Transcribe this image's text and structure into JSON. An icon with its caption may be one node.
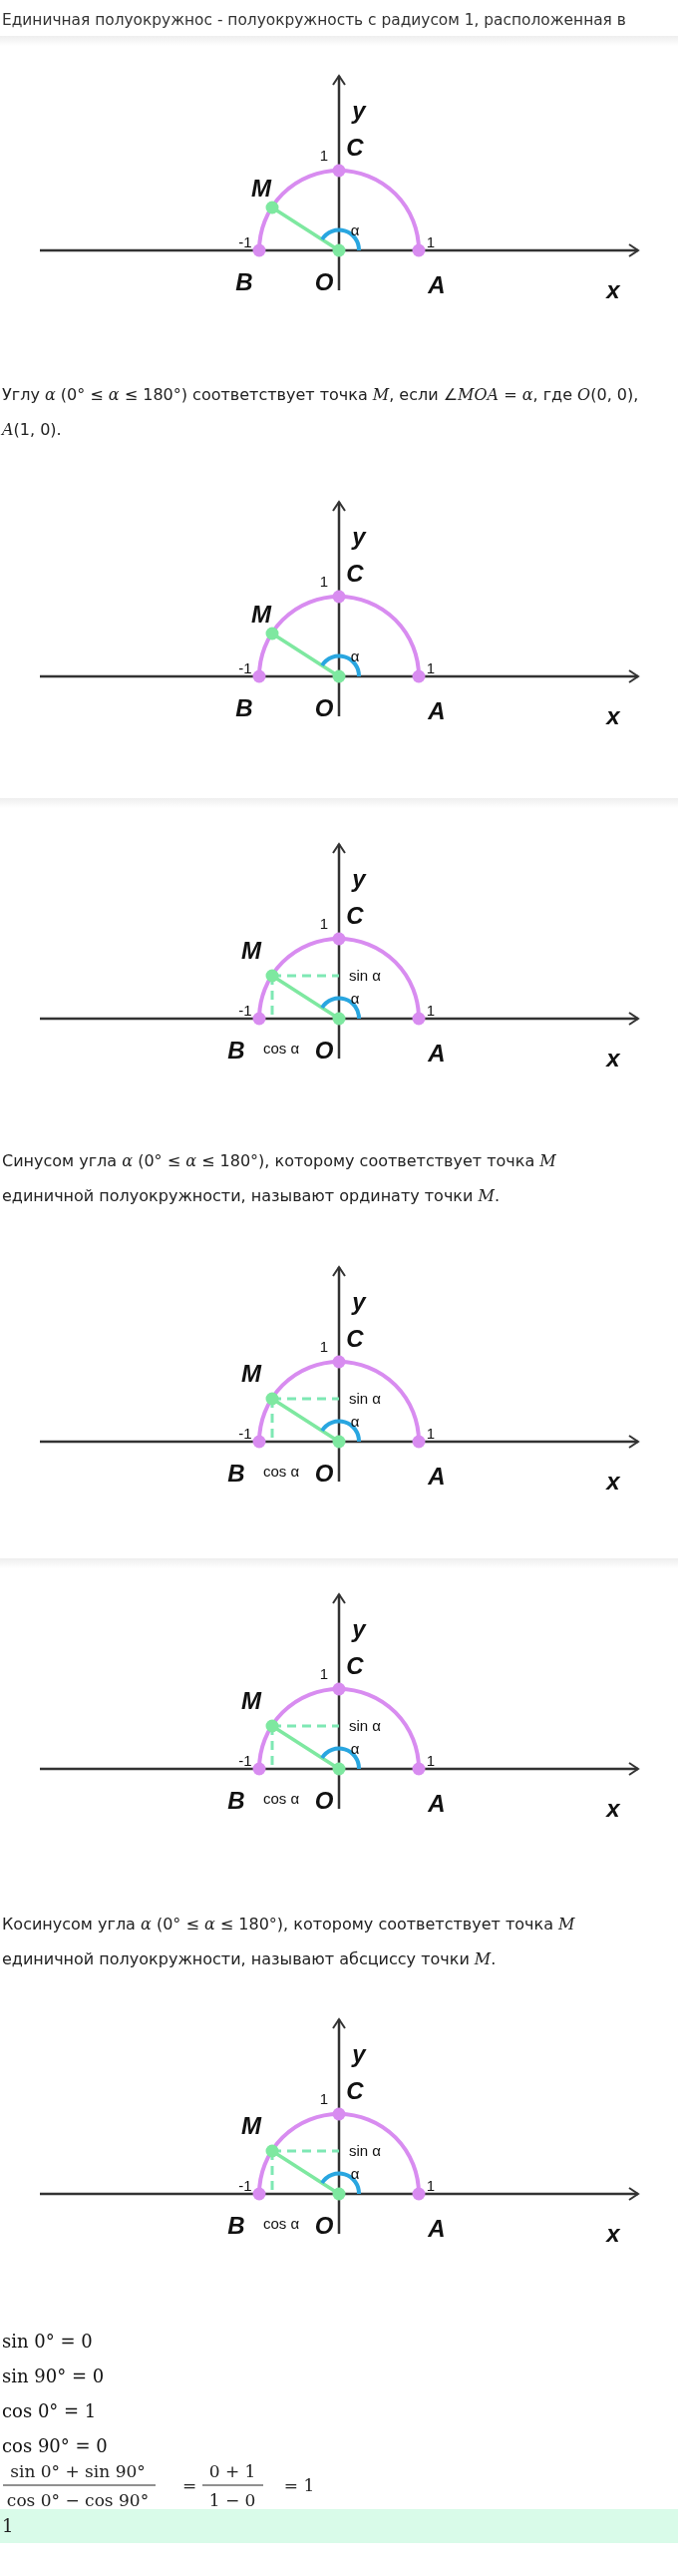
{
  "diagram": {
    "labels": [
      "Единичная полуокружнос - полуокружность с радиусом 1, расположенная в",
      "y",
      "1",
      "C",
      "M",
      "α",
      "-1",
      "1",
      "B",
      "O",
      "A",
      "x",
      "Углу *α* (0° ≤ *α* ≤ 180°) соответствует точка *M*, если ∠*MOA* = *α*, где *O*(0, 0), *A*(1, 0).",
      "y",
      "1",
      "C",
      "M",
      "α",
      "-1",
      "1",
      "B",
      "O",
      "A",
      "x",
      "y",
      "1",
      "C",
      "M",
      "sin α",
      "α",
      "-1",
      "1",
      "B",
      "cos α",
      "O",
      "A",
      "x",
      "Синусом угла *α* (0° ≤ *α* ≤ 180°), которому соответствует точка *M* единичной полуокружности, называют ординату точки *M*.",
      "y",
      "1",
      "C",
      "M",
      "sin α",
      "α",
      "-1",
      "1",
      "B",
      "cos α",
      "O",
      "A",
      "x",
      "y",
      "1",
      "C",
      "M",
      "sin α",
      "α",
      "-1",
      "1",
      "B",
      "cos α",
      "O",
      "A",
      "x",
      "Косинусом угла *α* (0° ≤ *α* ≤ 180°), которому соответствует точка *M* единичной полуокружности, называют абсциссу точки *M*.",
      "y",
      "1",
      "C",
      "M",
      "sin α",
      "α",
      "-1",
      "1",
      "B",
      "cos α",
      "O",
      "A",
      "x",
      "sin 0° = 0",
      "sin 90° = 0",
      "cos 0° = 1",
      "cos 90° = 0",
      "sin 0° + sin 90°",
      "=",
      "0 + 1",
      "= 1",
      "cos 0° − cos 90°",
      "1 − 0",
      "1"
    ]
  }
}
